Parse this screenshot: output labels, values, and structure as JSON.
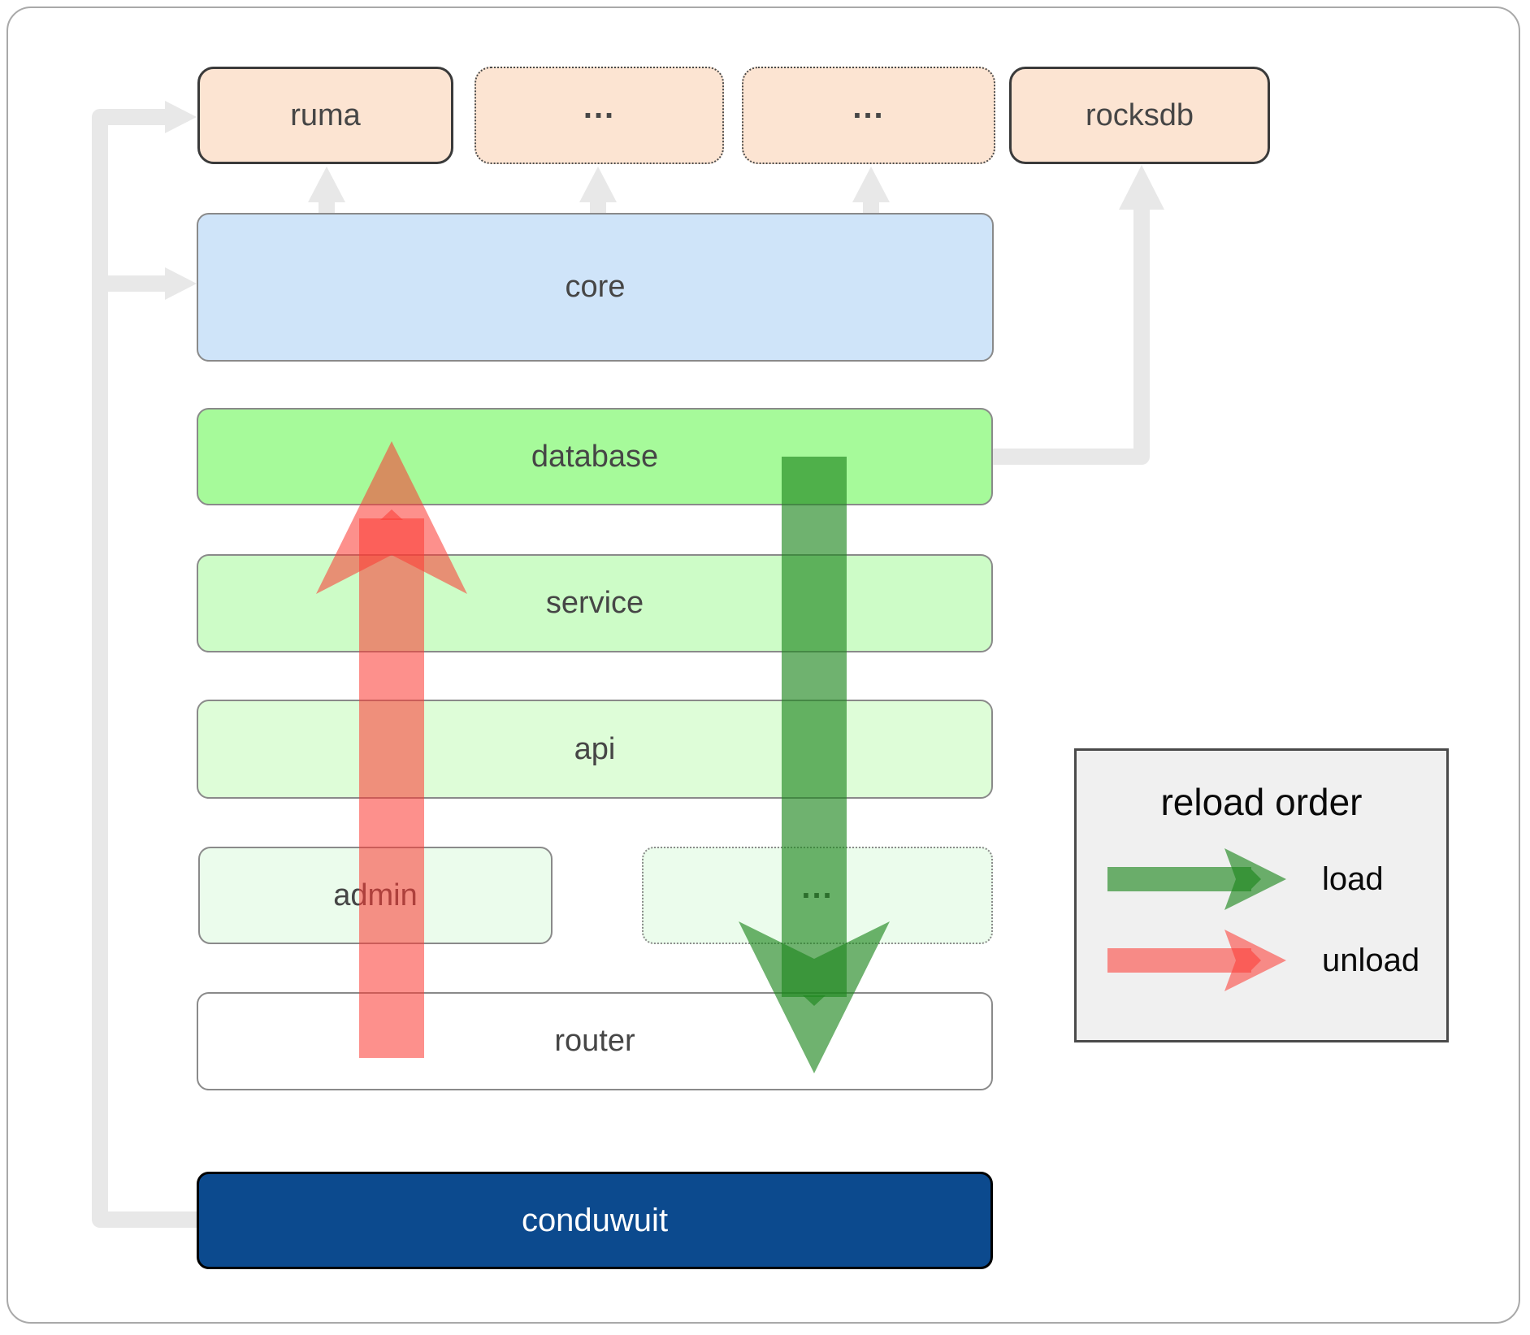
{
  "nodes": {
    "ruma": "ruma",
    "ellipsis1": "...",
    "ellipsis2": "...",
    "rocksdb": "rocksdb",
    "core": "core",
    "database": "database",
    "service": "service",
    "api": "api",
    "admin": "admin",
    "ellipsis3": "...",
    "router": "router",
    "conduwuit": "conduwuit"
  },
  "legend": {
    "title": "reload order",
    "load_label": "load",
    "unload_label": "unload"
  },
  "colors": {
    "peach-fill": "#fce4d2",
    "peach-border": "#3a3a3a",
    "dotted-border": "#4a4a4a",
    "core-fill": "#cfe4f9",
    "database-fill": "#a6fa9a",
    "service-fill": "#cdfcc7",
    "api-fill": "#defdd8",
    "admin-fill": "#ebfcec",
    "router-fill": "#ffffff",
    "conduwuit-fill": "#0c4a8e",
    "conduwuit-border": "#000000",
    "node-border": "#8a8a8a",
    "label-color": "#464646",
    "connector-gray": "#e8e8e8",
    "load-green": "rgba(30,135,30,0.64)",
    "unload-red": "rgba(252,60,52,0.57)",
    "legend-bg": "#f0f0f0",
    "legend-border": "#4a4a4a"
  }
}
